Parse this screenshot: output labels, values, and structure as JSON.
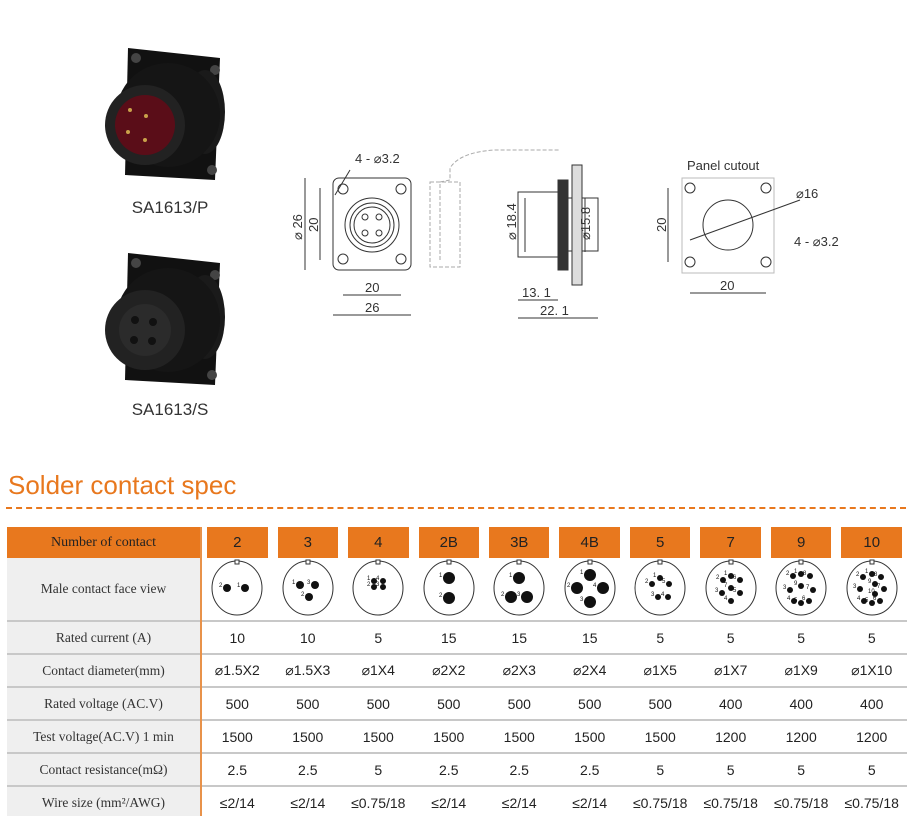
{
  "products": [
    {
      "model": "SA1613/P"
    },
    {
      "model": "SA1613/S"
    }
  ],
  "drawings": {
    "front": {
      "holes": "4 - ⌀3.2",
      "dia": "⌀ 26",
      "h_inner": "20",
      "w_inner": "20",
      "w_outer": "26"
    },
    "side": {
      "dia_body": "⌀ 18.4",
      "dia_rear": "⌀15.8",
      "len_front": "13. 1",
      "len_total": "22. 1"
    },
    "cutout": {
      "title": "Panel cutout",
      "dia": "⌀16",
      "holes": "4 - ⌀3.2",
      "h": "20",
      "w": "20"
    }
  },
  "section_title": "Solder contact spec",
  "table": {
    "header_label": "Number of contact",
    "columns": [
      "2",
      "3",
      "4",
      "2B",
      "3B",
      "4B",
      "5",
      "7",
      "9",
      "10"
    ],
    "face_label": "Male contact face view",
    "face_pins": [
      [
        "2",
        "1"
      ],
      [
        "1",
        "3",
        "2"
      ],
      [
        "1",
        "4",
        "2",
        "3"
      ],
      [
        "1",
        "2"
      ],
      [
        "1",
        "2",
        "3"
      ],
      [
        "1",
        "2",
        "4",
        "3"
      ],
      [
        "1",
        "2",
        "5",
        "3",
        "4"
      ],
      [
        "1",
        "2",
        "6",
        "7",
        "3",
        "5",
        "4"
      ],
      [
        "1",
        "2",
        "8",
        "9",
        "3",
        "7",
        "4",
        "5",
        "6"
      ],
      [
        "1",
        "2",
        "8",
        "9",
        "3",
        "7",
        "10",
        "4",
        "5",
        "6"
      ]
    ],
    "rows": [
      {
        "label": "Rated current (A)",
        "values": [
          "10",
          "10",
          "5",
          "15",
          "15",
          "15",
          "5",
          "5",
          "5",
          "5"
        ]
      },
      {
        "label": "Contact diameter(mm)",
        "values": [
          "⌀1.5X2",
          "⌀1.5X3",
          "⌀1X4",
          "⌀2X2",
          "⌀2X3",
          "⌀2X4",
          "⌀1X5",
          "⌀1X7",
          "⌀1X9",
          "⌀1X10"
        ]
      },
      {
        "label": "Rated voltage (AC.V)",
        "values": [
          "500",
          "500",
          "500",
          "500",
          "500",
          "500",
          "500",
          "400",
          "400",
          "400"
        ]
      },
      {
        "label": "Test voltage(AC.V) 1 min",
        "values": [
          "1500",
          "1500",
          "1500",
          "1500",
          "1500",
          "1500",
          "1500",
          "1200",
          "1200",
          "1200"
        ]
      },
      {
        "label": "Contact resistance(mΩ)",
        "values": [
          "2.5",
          "2.5",
          "5",
          "2.5",
          "2.5",
          "2.5",
          "5",
          "5",
          "5",
          "5"
        ]
      },
      {
        "label": "Wire size (mm²/AWG)",
        "values": [
          "≤2/14",
          "≤2/14",
          "≤0.75/18",
          "≤2/14",
          "≤2/14",
          "≤2/14",
          "≤0.75/18",
          "≤0.75/18",
          "≤0.75/18",
          "≤0.75/18"
        ]
      }
    ]
  },
  "colors": {
    "accent": "#e8781e",
    "label_bg": "#efefef"
  }
}
